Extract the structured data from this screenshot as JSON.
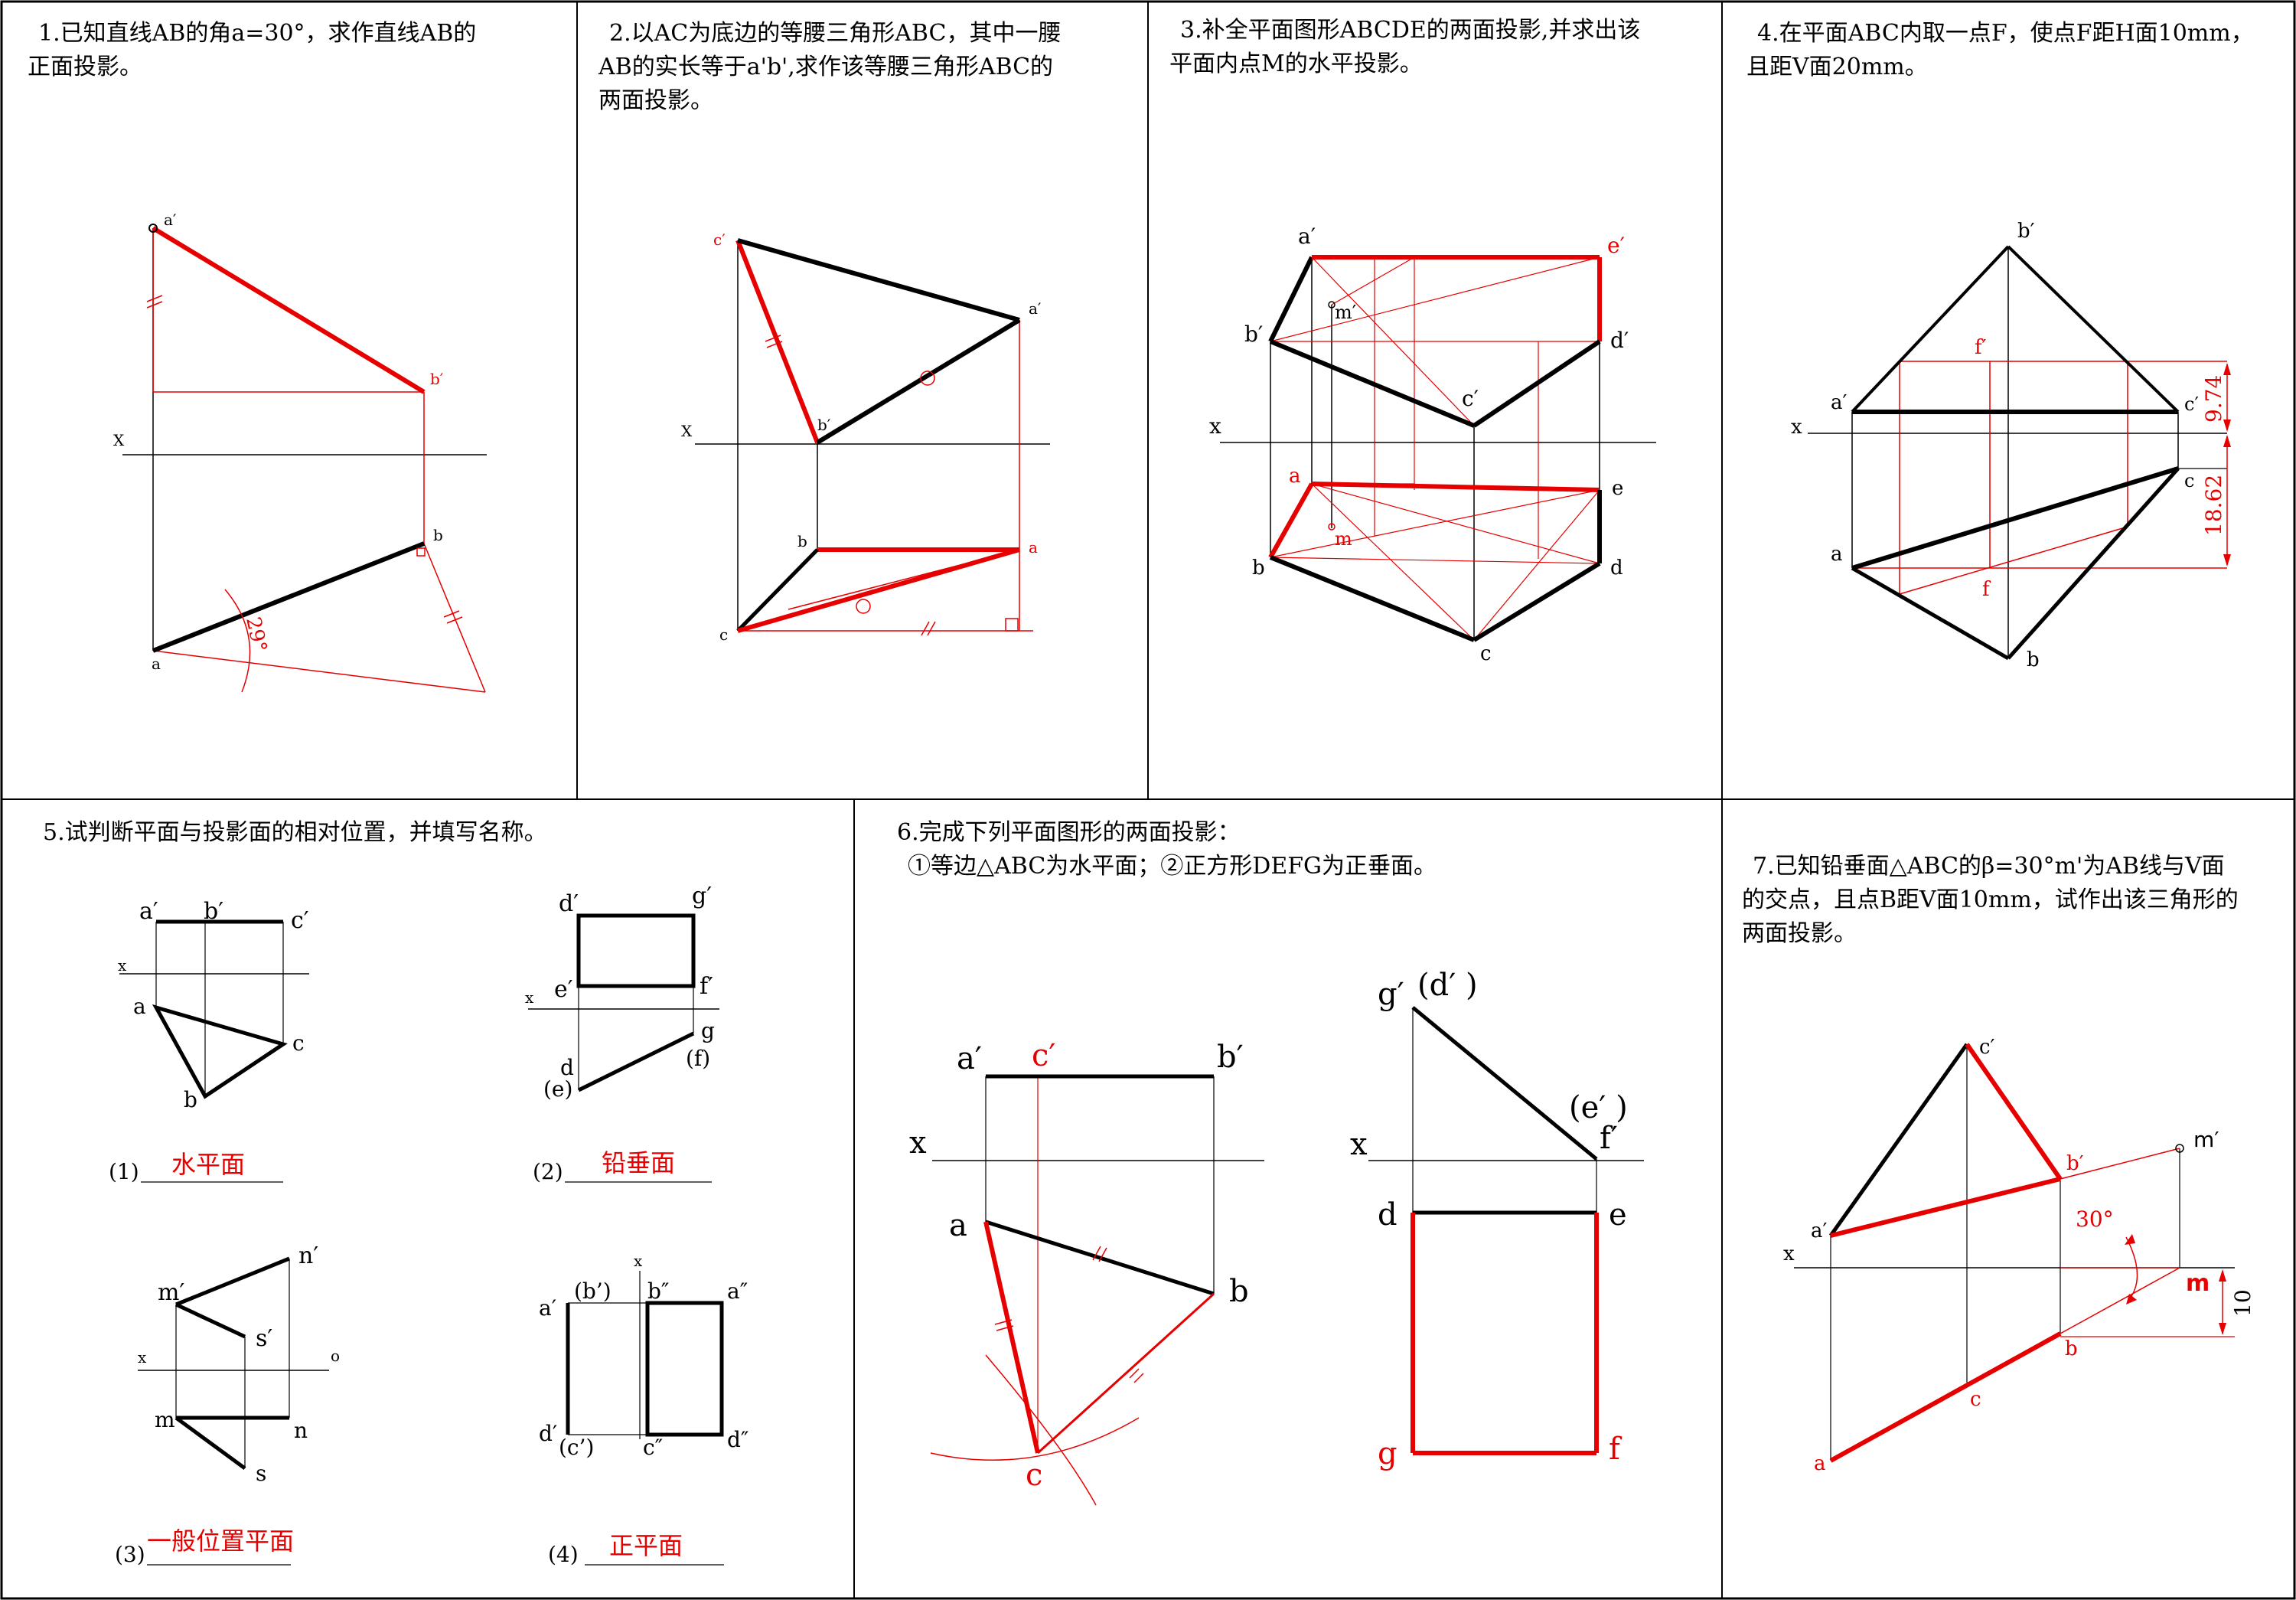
{
  "problems": {
    "p1": {
      "lines": [
        "1.已知直线AB的角a=30°，求作直线AB的",
        "正面投影。"
      ],
      "labels": {
        "a_prime": "a′",
        "b_prime": "b′",
        "x": "X",
        "b": "b",
        "a": "a",
        "angle": "29°"
      }
    },
    "p2": {
      "lines": [
        "2.以AC为底边的等腰三角形ABC，其中一腰",
        "AB的实长等于a'b',求作该等腰三角形ABC的",
        "两面投影。"
      ],
      "labels": {
        "c_prime": "c′",
        "a_prime": "a′",
        "b_prime": "b′",
        "x": "X",
        "b": "b",
        "a": "a",
        "c": "c"
      }
    },
    "p3": {
      "lines": [
        "3.补全平面图形ABCDE的两面投影,并求出该",
        "平面内点M的水平投影。"
      ],
      "labels": {
        "a_prime": "a′",
        "e_prime": "e′",
        "m_prime": "m′",
        "b_prime": "b′",
        "d_prime": "d′",
        "c_prime": "c′",
        "x": "x",
        "a": "a",
        "e": "e",
        "m": "m",
        "b": "b",
        "d": "d",
        "c": "c"
      }
    },
    "p4": {
      "lines": [
        "4.在平面ABC内取一点F，使点F距H面10mm，",
        "且距V面20mm。"
      ],
      "labels": {
        "b_prime": "b′",
        "f_prime": "f′",
        "a_prime": "a′",
        "c_prime": "c′",
        "x": "x",
        "c": "c",
        "a": "a",
        "f": "f",
        "b": "b",
        "dim1": "9.74",
        "dim2": "18.62"
      }
    },
    "p5": {
      "lines": [
        "5.试判断平面与投影面的相对位置，并填写名称。"
      ],
      "sub1": {
        "labels": {
          "a_prime": "a′",
          "b_prime": "b′",
          "c_prime": "c′",
          "x": "x",
          "a": "a",
          "c": "c",
          "b": "b"
        },
        "num": "(1)",
        "answer": "水平面"
      },
      "sub2": {
        "labels": {
          "d_prime": "d′",
          "g_prime": "g′",
          "e_prime": "e′",
          "f_prime": "f′",
          "x": "x",
          "g": "g",
          "f": "(f)",
          "d": "d",
          "e": "(e)"
        },
        "num": "(2)",
        "answer": "铅垂面"
      },
      "sub3": {
        "labels": {
          "n_prime": "n′",
          "m_prime": "m′",
          "s_prime": "s′",
          "x": "x",
          "o": "o",
          "m": "m",
          "n": "n",
          "s": "s"
        },
        "num": "(3)",
        "answer": "一般位置平面"
      },
      "sub4": {
        "labels": {
          "x": "x",
          "a_prime": "a′",
          "b_paren": "(b’)",
          "b_dprime": "b″",
          "a_dprime": "a″",
          "d_prime": "d′",
          "c_paren": "(c’)",
          "c_dprime": "c″",
          "d_dprime": "d″"
        },
        "num": "(4)",
        "answer": "正平面"
      }
    },
    "p6": {
      "lines": [
        "6.完成下列平面图形的两面投影：",
        "①等边△ABC为水平面；②正方形DEFG为正垂面。"
      ],
      "labels": {
        "a_prime": "a′",
        "c_prime": "c′",
        "b_prime": "b′",
        "x": "x",
        "a": "a",
        "b": "b",
        "c": "c",
        "g_prime": "g′",
        "d_paren": "(d′ )",
        "e_paren": "(e′ )",
        "f_prime": "f′",
        "x2": "x",
        "d": "d",
        "e": "e",
        "g": "g",
        "f": "f"
      }
    },
    "p7": {
      "lines": [
        "7.已知铅垂面△ABC的β=30°m'为AB线与V面",
        "的交点，且点B距V面10mm，试作出该三角形的",
        "两面投影。"
      ],
      "labels": {
        "c_prime": "c′",
        "b_prime": "b′",
        "m_prime": "m′",
        "a_prime": "a′",
        "x": "x",
        "angle": "30°",
        "m": "m",
        "dim": "10",
        "b": "b",
        "c": "c",
        "a": "a"
      }
    }
  },
  "colors": {
    "accent": "#e60000",
    "line": "#000000"
  }
}
